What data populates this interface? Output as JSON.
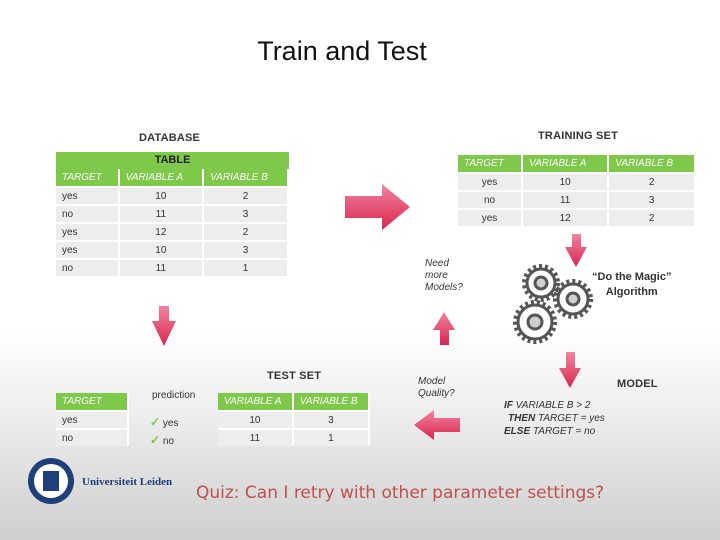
{
  "title": "Train and Test",
  "database": {
    "label": "DATABASE",
    "table_label": "TABLE",
    "headers": [
      "TARGET",
      "VARIABLE A",
      "VARIABLE B"
    ],
    "rows": [
      [
        "yes",
        "10",
        "2"
      ],
      [
        "no",
        "11",
        "3"
      ],
      [
        "yes",
        "12",
        "2"
      ],
      [
        "yes",
        "10",
        "3"
      ],
      [
        "no",
        "11",
        "1"
      ]
    ]
  },
  "training_set": {
    "label": "TRAINING SET",
    "headers": [
      "TARGET",
      "VARIABLE A",
      "VARIABLE B"
    ],
    "rows": [
      [
        "yes",
        "10",
        "2"
      ],
      [
        "no",
        "11",
        "3"
      ],
      [
        "yes",
        "12",
        "2"
      ]
    ]
  },
  "test_set": {
    "label": "TEST SET",
    "target_header": "TARGET",
    "prediction_label": "prediction",
    "targets": [
      "yes",
      "no"
    ],
    "predictions": [
      "yes",
      "no"
    ],
    "headers": [
      "VARIABLE A",
      "VARIABLE B"
    ],
    "rows": [
      [
        "10",
        "3"
      ],
      [
        "11",
        "1"
      ]
    ]
  },
  "algorithm": {
    "line1": "“Do the Magic”",
    "line2": "Algorithm"
  },
  "need_more_models": [
    "Need",
    "more",
    "Models?"
  ],
  "model_quality": [
    "Model",
    "Quality?"
  ],
  "model": {
    "label": "MODEL",
    "rule_line1_kw": "IF",
    "rule_line1": "VARIABLE B > 2",
    "rule_line2_kw": "THEN",
    "rule_line2": "TARGET = yes",
    "rule_line3_kw": "ELSE",
    "rule_line3": "TARGET = no"
  },
  "logo": {
    "name": "Universiteit Leiden"
  },
  "quiz": "Quiz: Can I retry with other parameter settings?",
  "colors": {
    "green": "#7ec84a",
    "arrow_pink": "#e8406a",
    "quiz_red": "#c0504d"
  }
}
